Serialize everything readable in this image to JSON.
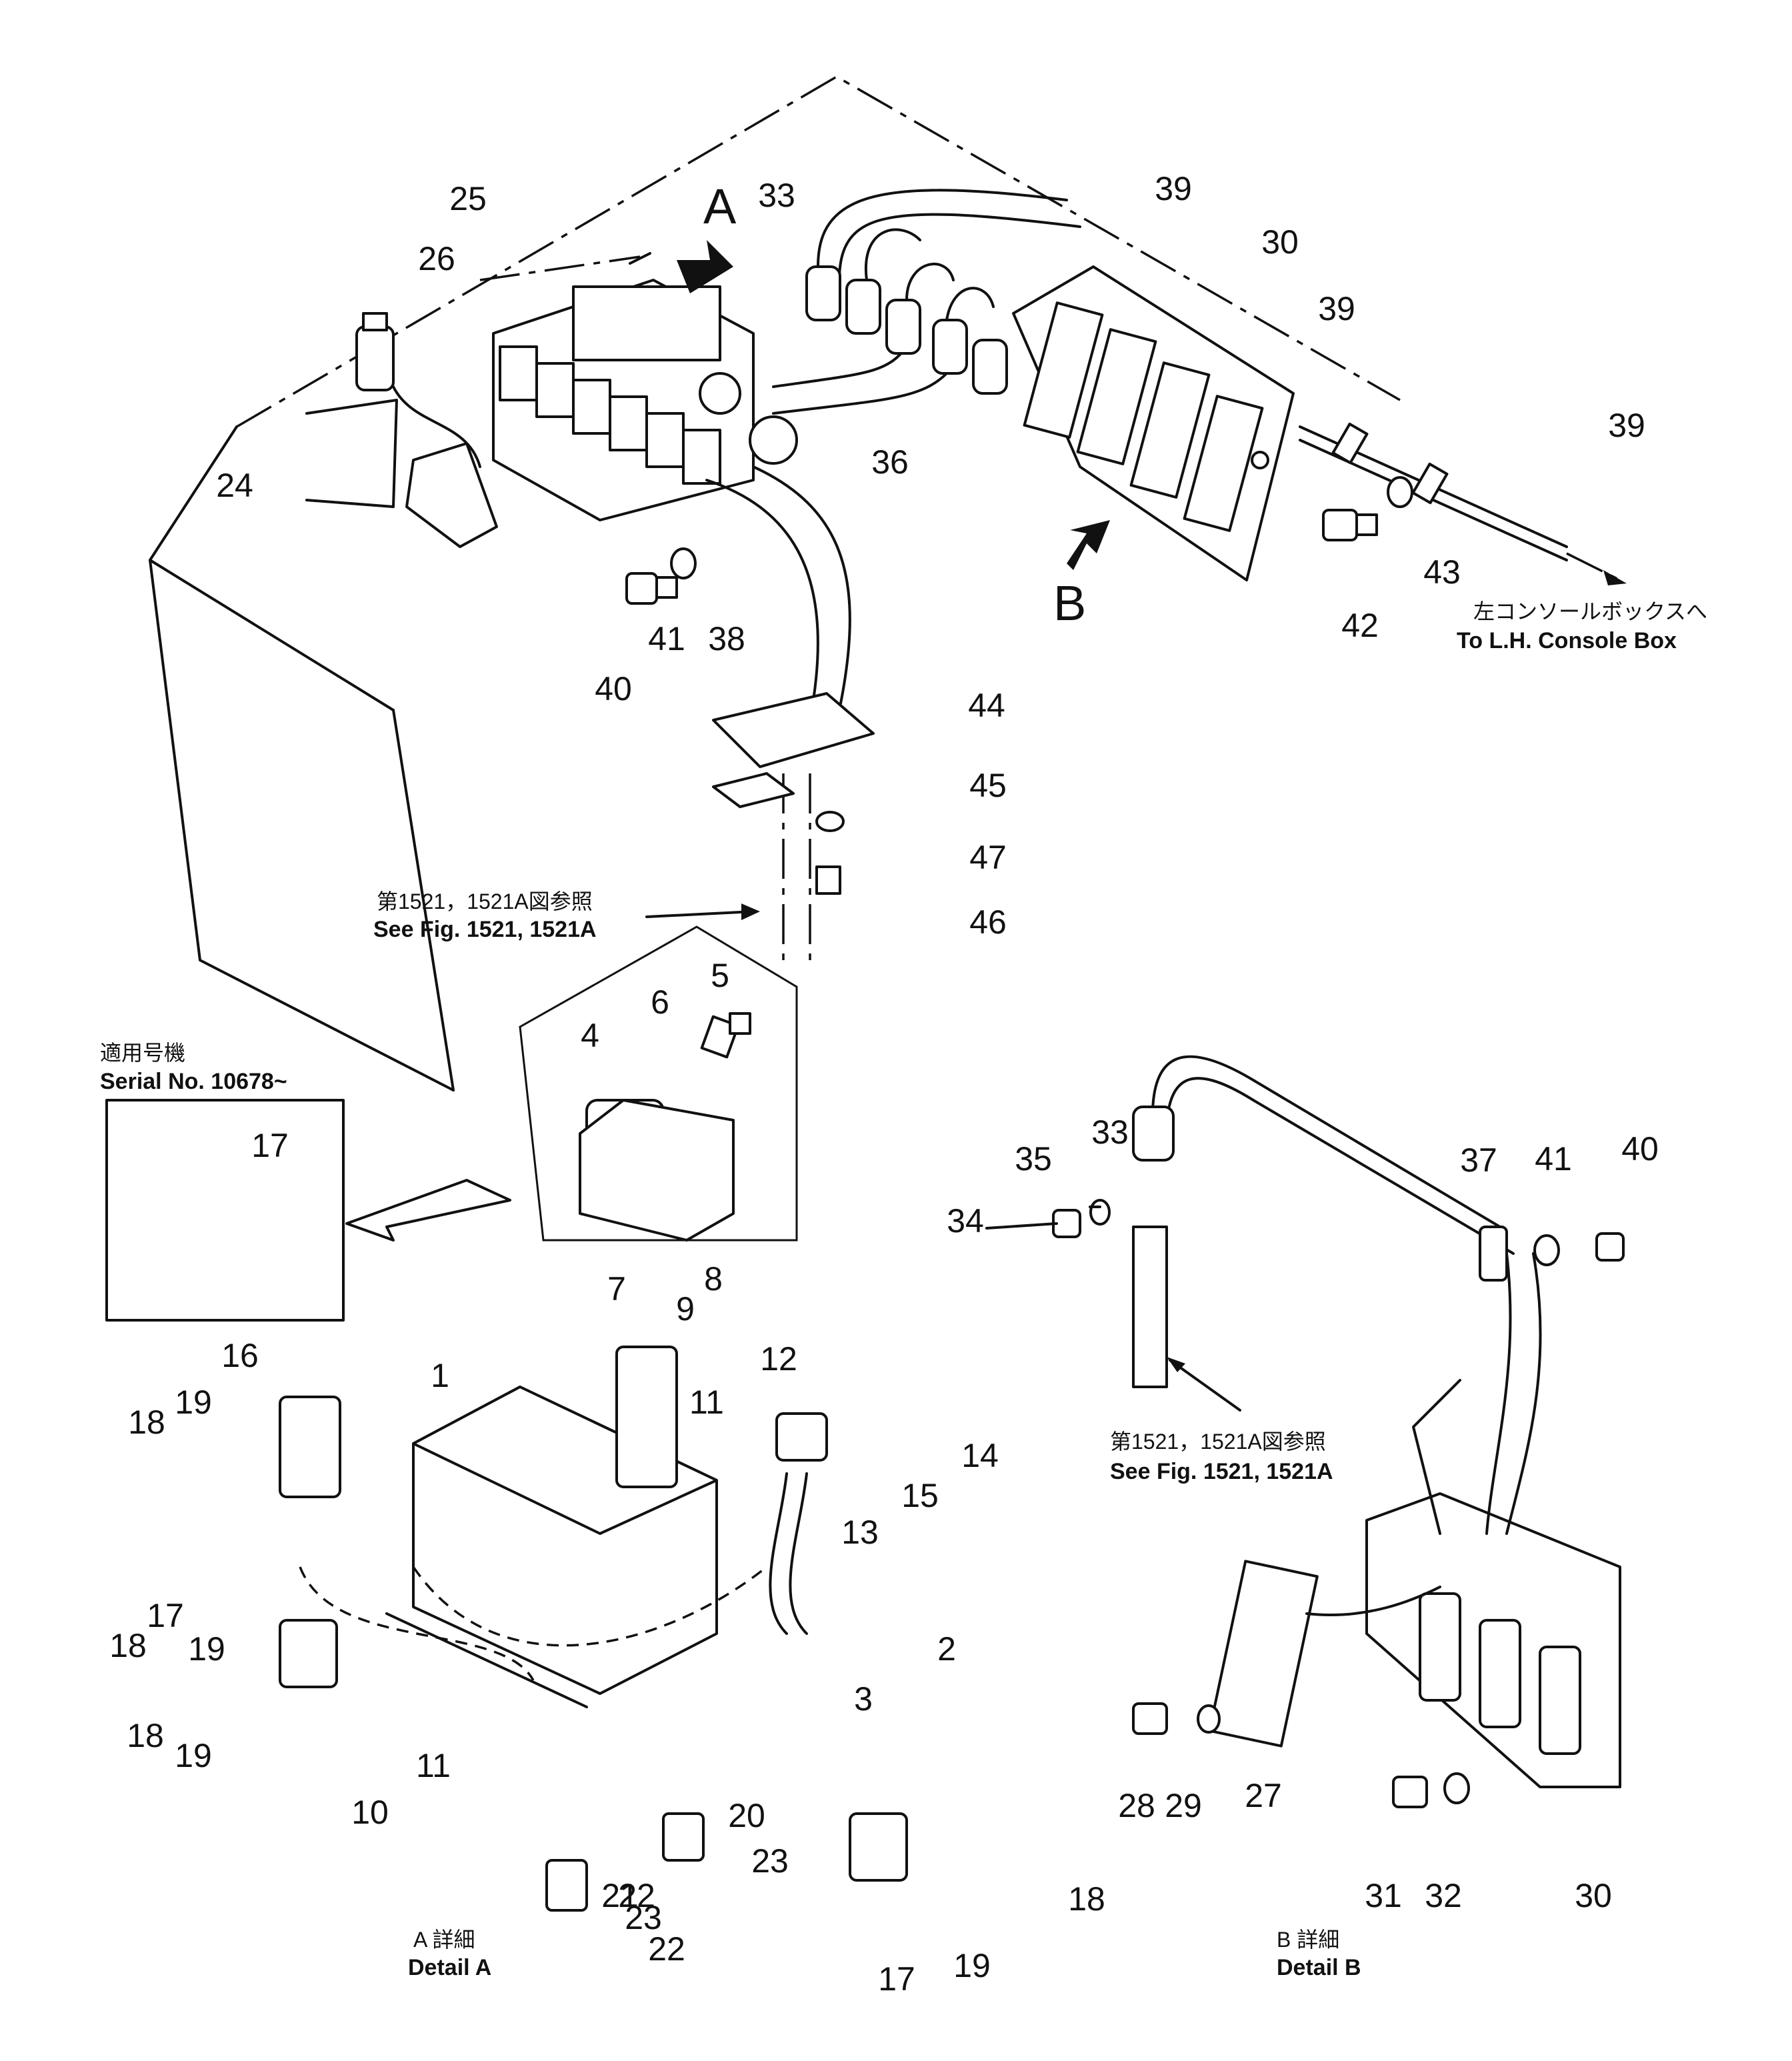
{
  "diagram": {
    "view_a_label": "A",
    "view_b_label": "B",
    "notes": {
      "console_ja": "左コンソールボックスへ",
      "console_en": "To L.H. Console Box",
      "fig_ref_ja": "第1521，1521A図参照",
      "fig_ref_en": "See Fig. 1521, 1521A",
      "serial_ja": "適用号機",
      "serial_en": "Serial No. 10678~",
      "detail_a_ja": "A 詳細",
      "detail_a_en": "Detail A",
      "detail_b_ja": "B 詳細",
      "detail_b_en": "Detail B"
    },
    "callouts": [
      "1",
      "2",
      "3",
      "4",
      "5",
      "6",
      "7",
      "8",
      "9",
      "10",
      "11",
      "11",
      "12",
      "13",
      "14",
      "15",
      "16",
      "17",
      "17",
      "17",
      "18",
      "18",
      "18",
      "18",
      "19",
      "19",
      "19",
      "19",
      "20",
      "21",
      "22",
      "22",
      "23",
      "23",
      "24",
      "25",
      "26",
      "27",
      "28",
      "29",
      "30",
      "30",
      "31",
      "32",
      "33",
      "33",
      "34",
      "35",
      "36",
      "37",
      "38",
      "39",
      "39",
      "39",
      "40",
      "40",
      "41",
      "41",
      "42",
      "43",
      "44",
      "45",
      "46",
      "47"
    ]
  }
}
